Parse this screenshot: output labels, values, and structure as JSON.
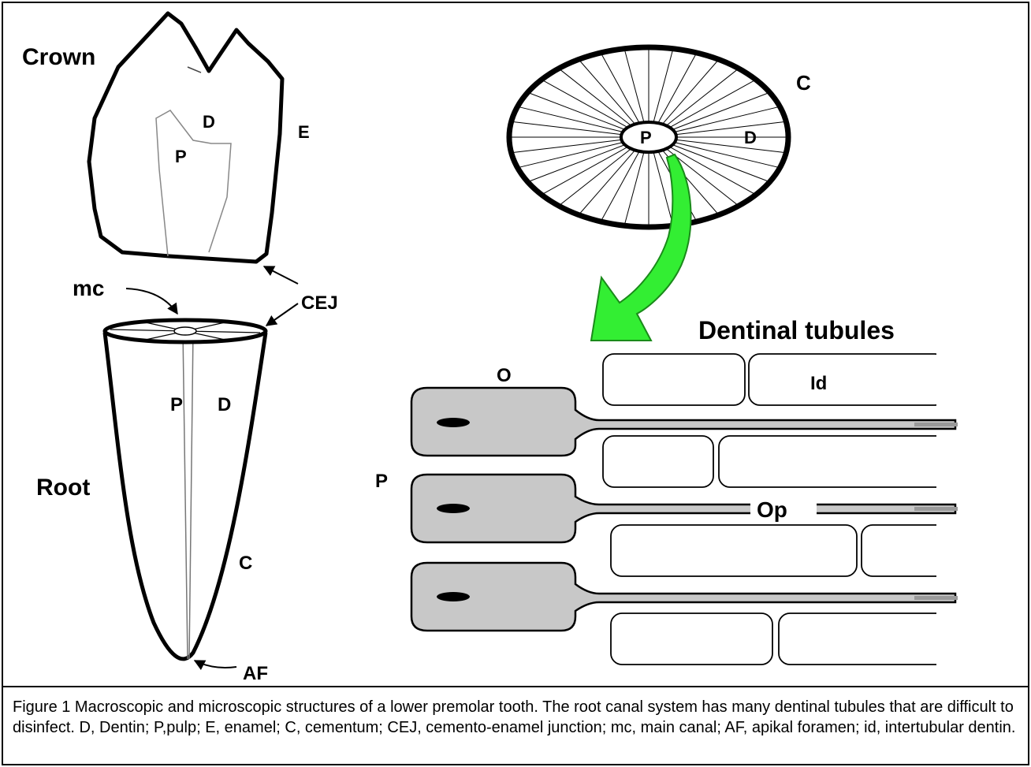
{
  "labels": {
    "crown": "Crown",
    "root": "Root",
    "mc": "mc",
    "cej": "CEJ",
    "af": "AF",
    "crown_d": "D",
    "crown_p": "P",
    "crown_e": "E",
    "root_p": "P",
    "root_d": "D",
    "root_c": "C",
    "section_c": "C",
    "section_p": "P",
    "section_d": "D",
    "dentinal_tubules": "Dentinal tubules",
    "o": "O",
    "id": "Id",
    "p_cells": "P",
    "op": "Op"
  },
  "caption": "Figure 1 Macroscopic and microscopic structures of a lower premolar tooth. The root canal system has many dentinal tubules that are difficult to disinfect. D, Dentin; P,pulp; E, enamel; C, cementum; CEJ, cemento-enamel junction; mc, main canal; AF, apikal foramen; id, intertubular dentin.",
  "colors": {
    "arrow_green": "#33ee33",
    "odontoblast_fill": "#c8c8c8",
    "line": "#000000"
  }
}
